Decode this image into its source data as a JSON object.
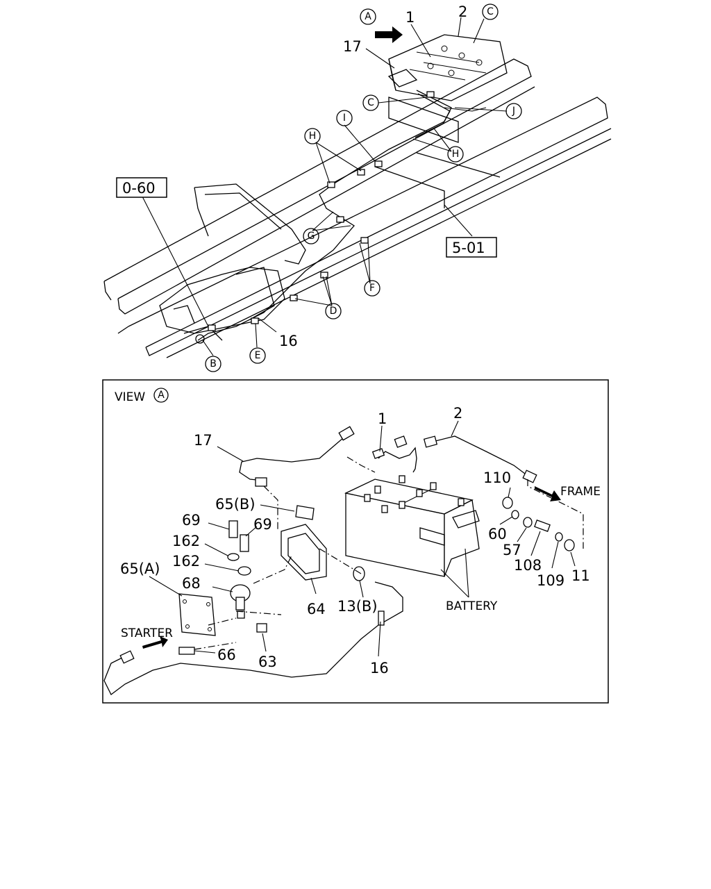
{
  "overview": {
    "callouts": {
      "view_mark": "A",
      "p1": "1",
      "p2": "2",
      "p17": "17",
      "p16": "16",
      "ref_o60": "0-60",
      "ref_501": "5-01"
    },
    "circled": [
      "A",
      "C",
      "C",
      "J",
      "I",
      "H",
      "H",
      "G",
      "F",
      "D",
      "B",
      "E"
    ]
  },
  "view": {
    "title": "VIEW",
    "title_mark": "A",
    "labels": {
      "l1": "1",
      "l2": "2",
      "l17": "17",
      "l65b": "65(B)",
      "l69a": "69",
      "l69b": "69",
      "l162a": "162",
      "l162b": "162",
      "l65a": "65(A)",
      "l68": "68",
      "l64": "64",
      "l13b": "13(B)",
      "l66": "66",
      "l63": "63",
      "l16": "16",
      "l110": "110",
      "l60": "60",
      "l57": "57",
      "l108": "108",
      "l109": "109",
      "l11": "11"
    },
    "words": {
      "frame": "FRAME",
      "starter": "STARTER",
      "battery": "BATTERY"
    }
  }
}
